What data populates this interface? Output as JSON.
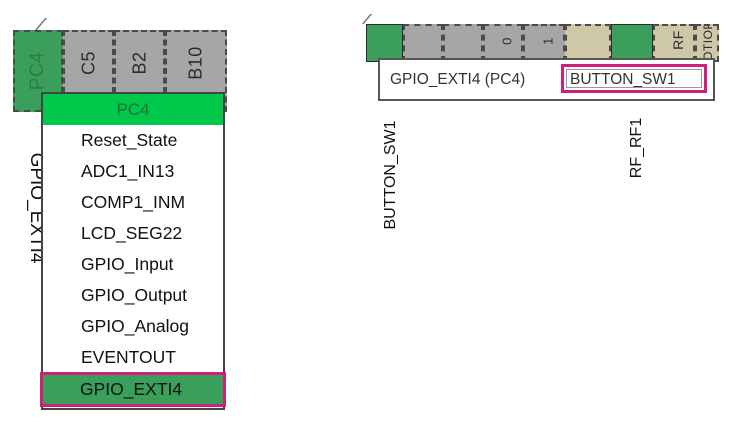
{
  "left_panel": {
    "pins": [
      {
        "label": "PC4"
      },
      {
        "label": "C5"
      },
      {
        "label": "B2"
      },
      {
        "label": "B10"
      }
    ],
    "side_label": "GPIO_EXTI4",
    "menu": {
      "header": "PC4",
      "items": [
        "Reset_State",
        "ADC1_IN13",
        "COMP1_INM",
        "LCD_SEG22",
        "GPIO_Input",
        "GPIO_Output",
        "GPIO_Analog",
        "EVENTOUT",
        "GPIO_EXTI4"
      ],
      "selected": "GPIO_EXTI4"
    }
  },
  "right_panel": {
    "pins": [
      {
        "label": ""
      },
      {
        "label": ""
      },
      {
        "label": ""
      },
      {
        "label": "0"
      },
      {
        "label": "1"
      },
      {
        "label": ""
      },
      {
        "label": ""
      },
      {
        "label": "RF"
      },
      {
        "label": "OTIOP"
      }
    ],
    "tooltip": {
      "label": "GPIO_EXTI4 (PC4)",
      "input_value": "BUTTON_SW1"
    },
    "vertical_labels": {
      "button": "BUTTON_SW1",
      "rf": "RF_RF1"
    }
  },
  "colors": {
    "assigned_pin": "#3a9f5b",
    "menu_header": "#00c84b",
    "unassigned_pin": "#a6a6a6",
    "reserved_pin": "#cfc8a8",
    "highlight": "#cf1f7a"
  }
}
